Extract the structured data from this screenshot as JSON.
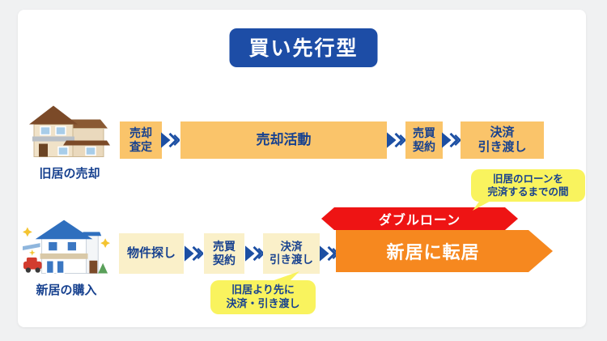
{
  "title": "買い先行型",
  "colors": {
    "title_bg": "#1d4da6",
    "step_orange": "#fac46a",
    "step_cream": "#faf0c9",
    "step_text": "#17418f",
    "arrow_blue": "#1c4fa3",
    "double_loan_red": "#ee1414",
    "move_arrow_orange": "#f6881f",
    "callout_yellow": "#f9f35e",
    "card_bg": "#ffffff",
    "page_bg": "#f0f1f2"
  },
  "sell_row": {
    "label": "旧居の売却",
    "steps": [
      {
        "line1": "売却",
        "line2": "査定"
      },
      {
        "line1": "売却活動",
        "line2": ""
      },
      {
        "line1": "売買",
        "line2": "契約"
      },
      {
        "line1": "決済",
        "line2": "引き渡し"
      }
    ]
  },
  "buy_row": {
    "label": "新居の購入",
    "steps": [
      {
        "line1": "物件探し",
        "line2": ""
      },
      {
        "line1": "売買",
        "line2": "契約"
      },
      {
        "line1": "決済",
        "line2": "引き渡し"
      }
    ],
    "move_banner": "新居に転居"
  },
  "double_loan_banner": "ダブルローン",
  "callouts": {
    "loan_period": {
      "line1": "旧居のローンを",
      "line2": "完済するまでの間"
    },
    "settle_first": {
      "line1": "旧居より先に",
      "line2": "決済・引き渡し"
    }
  }
}
